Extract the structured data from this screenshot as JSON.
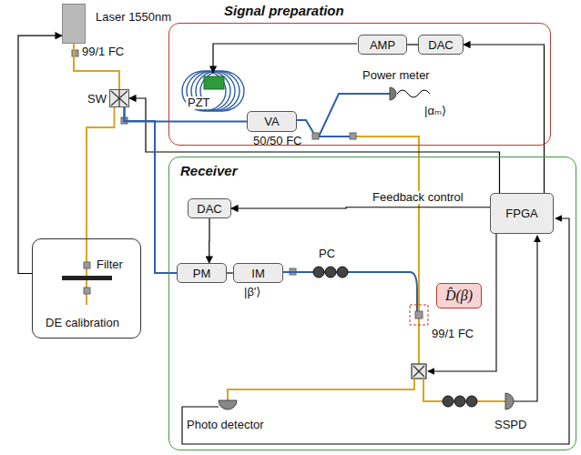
{
  "diagram": {
    "nodes": [
      {
        "text": [
          "Laser 1550nm"
        ]
      },
      {
        "text": [
          "Signal preparation"
        ]
      },
      {
        "text": [
          "AMP"
        ],
        "in": 1
      },
      {
        "text": [
          "DAC"
        ],
        "in": 1
      },
      {
        "text": [
          "VA"
        ],
        "in": 1
      },
      {
        "text": [
          "SW"
        ]
      },
      {
        "text": [
          "FPGA"
        ]
      },
      {
        "text": [
          "Filter",
          "DE calibration"
        ]
      },
      {
        "text": [
          "Receiver"
        ]
      },
      {
        "text": [
          "DAC"
        ],
        "in": 8
      },
      {
        "text": [
          "PM"
        ],
        "in": 8
      },
      {
        "text": [
          "IM"
        ],
        "in": 8
      },
      {
        "text": [
          "D̂(β)"
        ],
        "in": 8
      }
    ],
    "edges": [
      {
        "from": 3,
        "to": 2,
        "arrow": "none"
      },
      {
        "from": 6,
        "to": 3,
        "arrow": "to"
      },
      {
        "from": 6,
        "to": 5,
        "arrow": "to"
      },
      {
        "from": 6,
        "to": 9,
        "label": "Feedback control",
        "arrow": "to"
      },
      {
        "from": 9,
        "to": 10,
        "arrow": "to"
      },
      {
        "from": 10,
        "to": 11,
        "arrow": "none"
      },
      {
        "from": 0,
        "to": 5,
        "arrow": "none"
      },
      {
        "from": 7,
        "to": 0,
        "arrow": "to"
      },
      {
        "from": 5,
        "to": 7,
        "arrow": "none"
      },
      {
        "from": 5,
        "to": 4,
        "arrow": "none"
      },
      {
        "from": 5,
        "to": 10,
        "arrow": "none"
      }
    ],
    "labels": [
      "99/1 FC",
      "PZT",
      "Power meter",
      "50/50 FC",
      "|αₘ⟩",
      "PC",
      "|β'⟩",
      "99/1 FC",
      "Photo detector",
      "SSPD"
    ]
  }
}
